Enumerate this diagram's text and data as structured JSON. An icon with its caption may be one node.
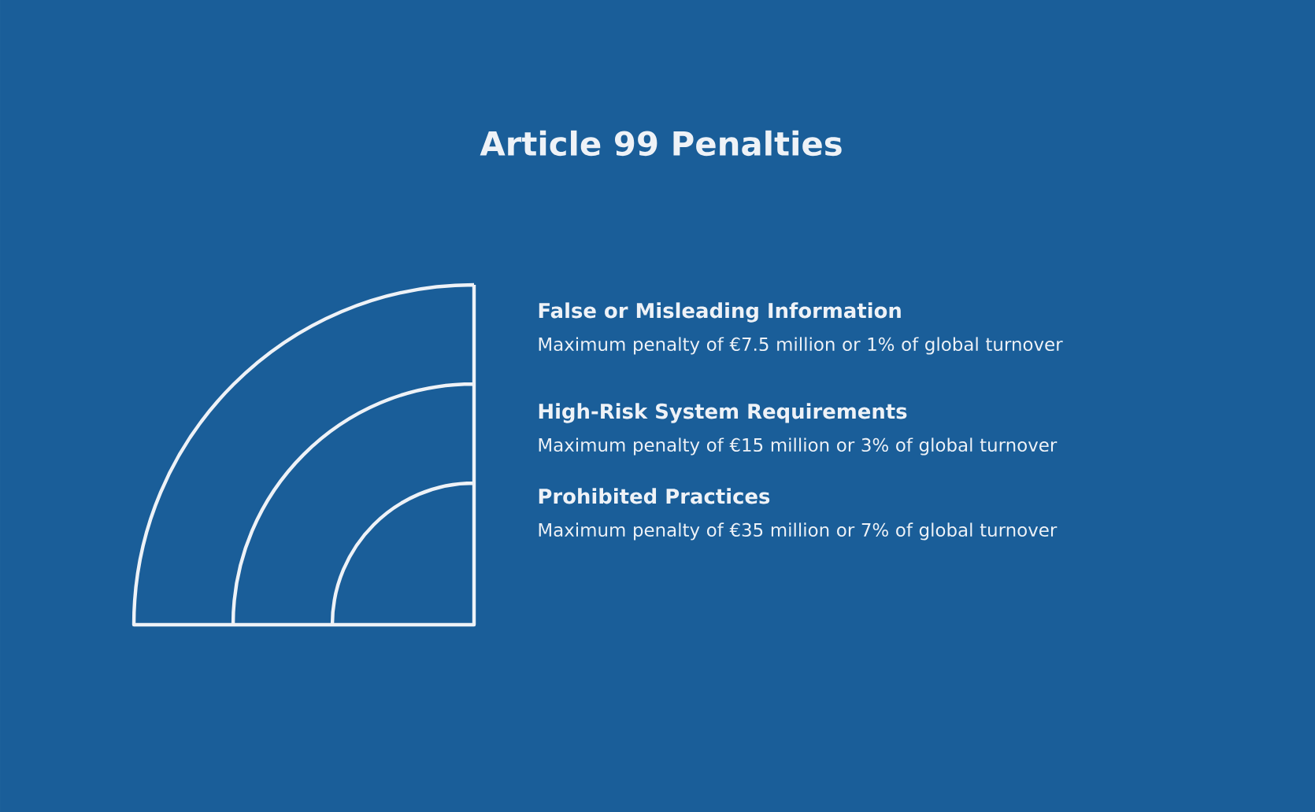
{
  "diagram": {
    "title": "Article 99 Penalties",
    "nodes": [
      {
        "text": [
          "False or Misleading Information",
          "Maximum penalty of €7.5 million or 1% of global turnover"
        ]
      },
      {
        "text": [
          "High-Risk System Requirements",
          "Maximum penalty of €15 million or 3% of global turnover"
        ]
      },
      {
        "text": [
          "Prohibited Practices",
          "Maximum penalty of €35 million or 7% of global turnover"
        ]
      }
    ]
  }
}
